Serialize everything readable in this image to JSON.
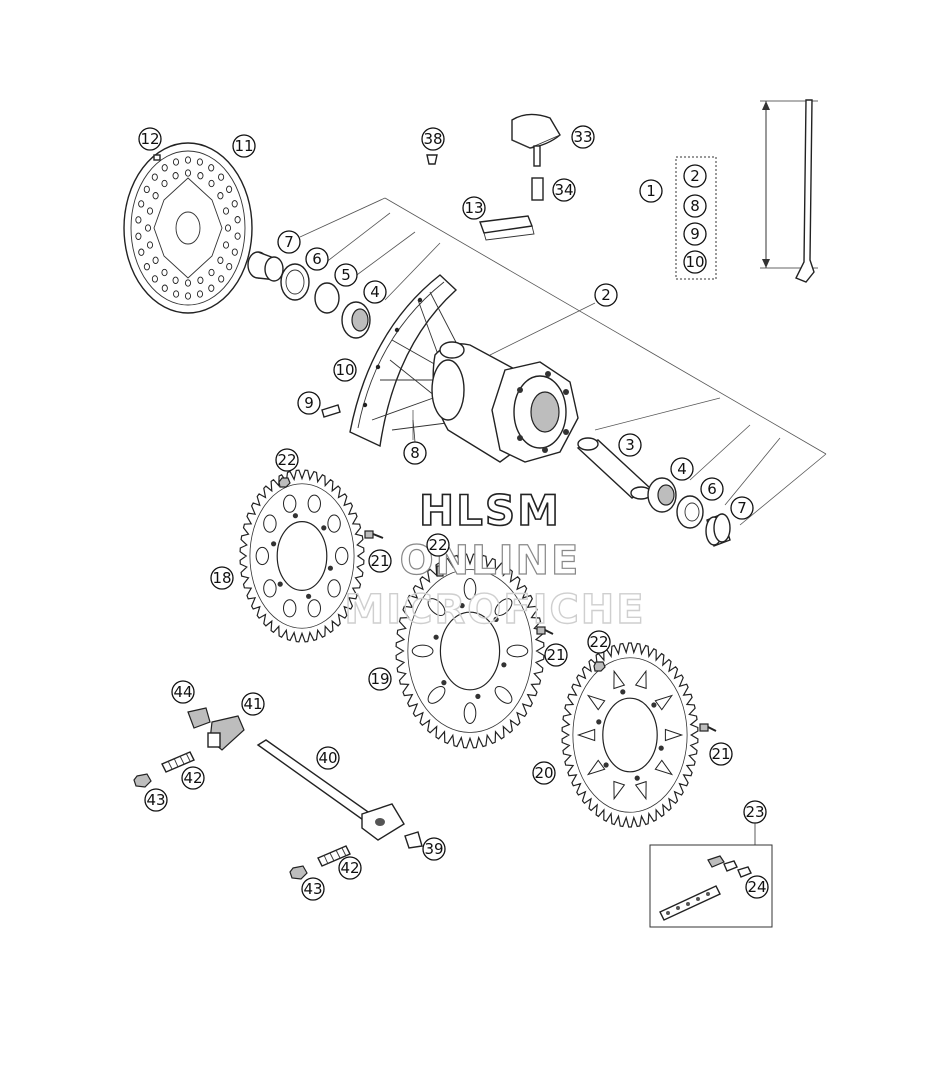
{
  "watermark": {
    "line1": "HLSM",
    "line2": "ONLINE",
    "line3": "MICROFICHE"
  },
  "callouts": [
    {
      "id": "c12",
      "label": "12"
    },
    {
      "id": "c11",
      "label": "11"
    },
    {
      "id": "c38",
      "label": "38"
    },
    {
      "id": "c33",
      "label": "33"
    },
    {
      "id": "c34",
      "label": "34"
    },
    {
      "id": "c13",
      "label": "13"
    },
    {
      "id": "c1",
      "label": "1"
    },
    {
      "id": "c1a",
      "label": "2"
    },
    {
      "id": "c1b",
      "label": "8"
    },
    {
      "id": "c1c",
      "label": "9"
    },
    {
      "id": "c1d",
      "label": "10"
    },
    {
      "id": "c7a",
      "label": "7"
    },
    {
      "id": "c6a",
      "label": "6"
    },
    {
      "id": "c5",
      "label": "5"
    },
    {
      "id": "c4a",
      "label": "4"
    },
    {
      "id": "c2",
      "label": "2"
    },
    {
      "id": "c10",
      "label": "10"
    },
    {
      "id": "c9",
      "label": "9"
    },
    {
      "id": "c8",
      "label": "8"
    },
    {
      "id": "c3",
      "label": "3"
    },
    {
      "id": "c4b",
      "label": "4"
    },
    {
      "id": "c6b",
      "label": "6"
    },
    {
      "id": "c7b",
      "label": "7"
    },
    {
      "id": "c22a",
      "label": "22"
    },
    {
      "id": "c21a",
      "label": "21"
    },
    {
      "id": "c18",
      "label": "18"
    },
    {
      "id": "c22b",
      "label": "22"
    },
    {
      "id": "c21b",
      "label": "21"
    },
    {
      "id": "c19",
      "label": "19"
    },
    {
      "id": "c22c",
      "label": "22"
    },
    {
      "id": "c21c",
      "label": "21"
    },
    {
      "id": "c20",
      "label": "20"
    },
    {
      "id": "c44",
      "label": "44"
    },
    {
      "id": "c41",
      "label": "41"
    },
    {
      "id": "c40",
      "label": "40"
    },
    {
      "id": "c42a",
      "label": "42"
    },
    {
      "id": "c43a",
      "label": "43"
    },
    {
      "id": "c39",
      "label": "39"
    },
    {
      "id": "c42b",
      "label": "42"
    },
    {
      "id": "c43b",
      "label": "43"
    },
    {
      "id": "c23",
      "label": "23"
    },
    {
      "id": "c24",
      "label": "24"
    }
  ]
}
